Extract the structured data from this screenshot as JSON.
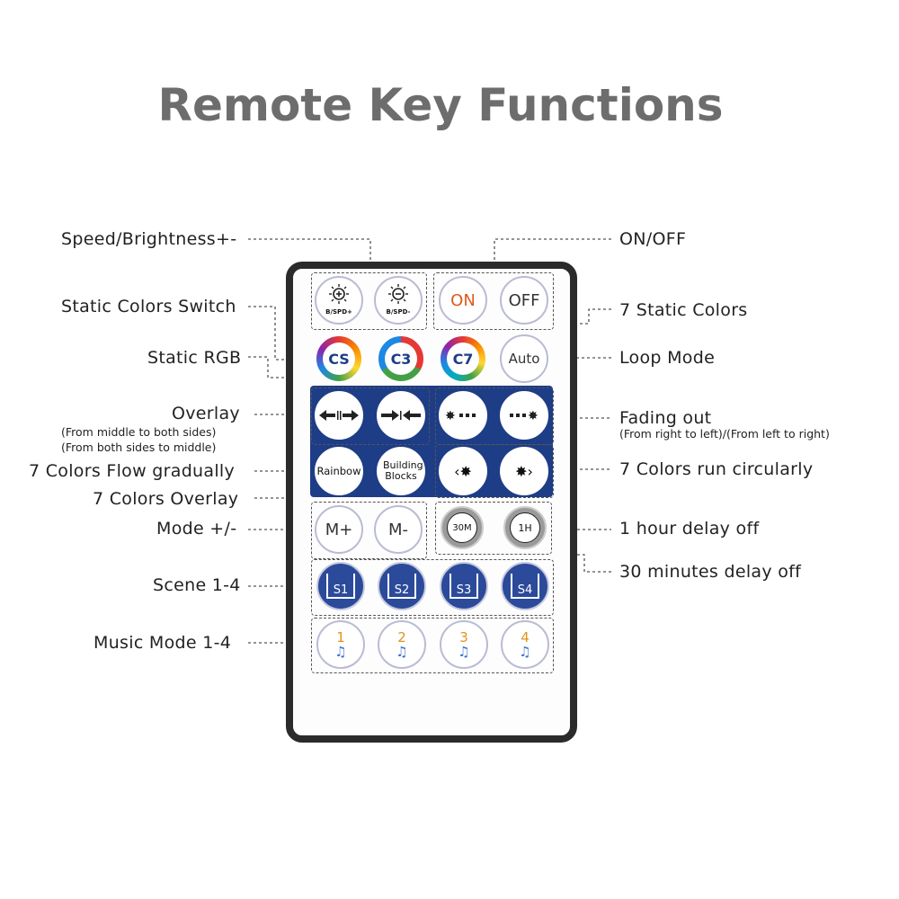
{
  "title": "Remote Key Functions",
  "labels_left": {
    "speed": "Speed/Brightness+-",
    "static_switch": "Static Colors Switch",
    "static_rgb": "Static RGB",
    "overlay": "Overlay",
    "overlay_sub1": "(From middle to both sides)",
    "overlay_sub2": "(From both sides to middle)",
    "flow": "7 Colors Flow gradually",
    "colors_overlay": "7 Colors Overlay",
    "mode": "Mode +/-",
    "scene": "Scene 1-4",
    "music": "Music Mode 1-4"
  },
  "labels_right": {
    "onoff": "ON/OFF",
    "static7": "7 Static Colors",
    "loop": "Loop Mode",
    "fading": "Fading out",
    "fading_sub": "(From right to left)/(From left to right)",
    "run": "7 Colors run circularly",
    "hour": "1 hour delay off",
    "min30": "30 minutes delay off"
  },
  "buttons": {
    "bspd_plus": "B/SPD+",
    "bspd_minus": "B/SPD-",
    "on": "ON",
    "off": "OFF",
    "cs": "CS",
    "c3": "C3",
    "c7": "C7",
    "auto": "Auto",
    "rainbow": "Rainbow",
    "building": "Building Blocks",
    "mplus": "M+",
    "mminus": "M-",
    "m30": "30M",
    "h1": "1H",
    "s1": "S1",
    "s2": "S2",
    "s3": "S3",
    "s4": "S4",
    "music1": "1",
    "music2": "2",
    "music3": "3",
    "music4": "4"
  },
  "colors": {
    "accent_blue": "#1e3d87",
    "title_gray": "#6d6d6d",
    "on_orange": "#e05a1c",
    "music_orange": "#e0951a"
  }
}
